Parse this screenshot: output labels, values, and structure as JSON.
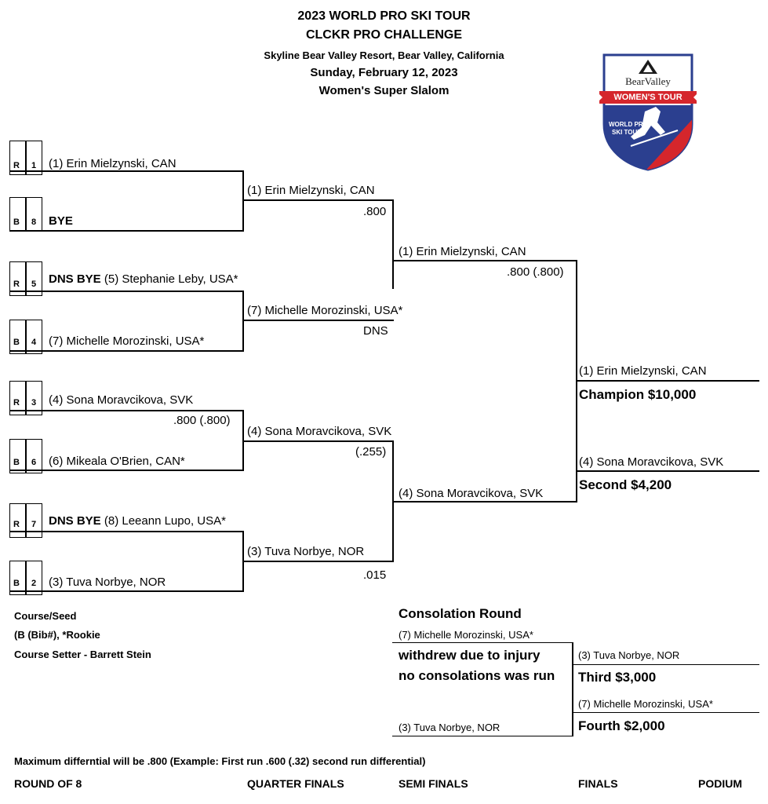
{
  "header": {
    "line1": "2023 WORLD PRO SKI TOUR",
    "line2": "CLCKR PRO CHALLENGE",
    "line3": "Skyline Bear Valley Resort, Bear Valley, California",
    "line4": "Sunday, February 12, 2023",
    "line5": "Women's Super Slalom"
  },
  "logo": {
    "brand": "BearValley",
    "banner": "WOMEN'S TOUR",
    "tour1": "WORLD PRO",
    "tour2": "SKI TOUR",
    "colors": {
      "blue": "#2b3f8f",
      "red": "#d5262c"
    }
  },
  "round8": [
    {
      "course": "R",
      "bib": "1",
      "prefix": "",
      "name": "(1) Erin Mielzynski, CAN"
    },
    {
      "course": "B",
      "bib": "8",
      "prefix": "BYE",
      "name": ""
    },
    {
      "course": "R",
      "bib": "5",
      "prefix": "DNS BYE",
      "name": "(5) Stephanie Leby, USA*"
    },
    {
      "course": "B",
      "bib": "4",
      "prefix": "",
      "name": "(7) Michelle Morozinski, USA*"
    },
    {
      "course": "R",
      "bib": "3",
      "prefix": "",
      "name": "(4) Sona Moravcikova, SVK"
    },
    {
      "course": "B",
      "bib": "6",
      "prefix": "",
      "name": "(6) Mikeala O'Brien, CAN*"
    },
    {
      "course": "R",
      "bib": "7",
      "prefix": "DNS BYE",
      "name": "(8) Leeann Lupo, USA*"
    },
    {
      "course": "B",
      "bib": "2",
      "prefix": "",
      "name": "(3) Tuva Norbye, NOR"
    }
  ],
  "r8_diff_match3": ".800 (.800)",
  "quarters": [
    {
      "name": "(1) Erin Mielzynski, CAN",
      "diff": ".800"
    },
    {
      "name": "(7) Michelle Morozinski, USA*",
      "diff": "DNS"
    },
    {
      "name": "(4) Sona Moravcikova, SVK",
      "diff": "(.255)"
    },
    {
      "name": "(3) Tuva Norbye, NOR",
      "diff": ".015"
    }
  ],
  "semis": [
    {
      "name": "(1) Erin Mielzynski, CAN",
      "diff": ".800 (.800)"
    },
    {
      "name": "(4) Sona Moravcikova, SVK",
      "diff": ""
    }
  ],
  "finals": [
    {
      "name": "(1) Erin Mielzynski, CAN",
      "prize": "Champion $10,000"
    },
    {
      "name": "(4) Sona Moravcikova, SVK",
      "prize": "Second $4,200"
    }
  ],
  "consolation": {
    "title": "Consolation Round",
    "top": "(7) Michelle Morozinski, USA*",
    "note1": "withdrew due to injury",
    "note2": "no consolations was run",
    "bottom": "(3) Tuva Norbye, NOR",
    "third_name": "(3) Tuva Norbye, NOR",
    "third_prize": "Third $3,000",
    "fourth_name": "(7) Michelle Morozinski, USA*",
    "fourth_prize": "Fourth $2,000"
  },
  "legend": {
    "line1": "Course/Seed",
    "line2": "(B (Bib#), *Rookie",
    "line3": "Course Setter - Barrett Stein"
  },
  "footer": {
    "note": "Maximum differntial will be .800 (Example: First run .600 (.32) second run differential)",
    "round8": "ROUND OF  8",
    "quarters": "QUARTER FINALS",
    "semis": "SEMI FINALS",
    "finals": "FINALS",
    "podium": "PODIUM"
  }
}
